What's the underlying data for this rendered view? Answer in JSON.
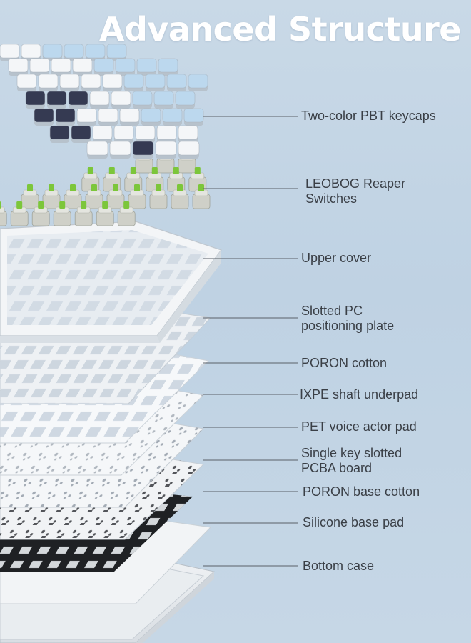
{
  "title": "Advanced Structure",
  "layers": [
    {
      "label": "Two-color PBT keycaps"
    },
    {
      "label": "LEOBOG Reaper Switches"
    },
    {
      "label": "Upper cover"
    },
    {
      "label": "Slotted PC positioning plate"
    },
    {
      "label": "PORON cotton"
    },
    {
      "label": "IXPE shaft underpad"
    },
    {
      "label": "PET voice actor pad"
    },
    {
      "label": "Single key slotted PCBA board"
    },
    {
      "label": "PORON base cotton"
    },
    {
      "label": "Silicone base pad"
    },
    {
      "label": "Bottom case"
    }
  ],
  "colors": {
    "background": "#c4d6e6",
    "title": "#ffffff",
    "label_text": "#3a3f46",
    "leader_line": "#5a6068",
    "keycap_white": "#f4f6f8",
    "keycap_blue": "#bcd8ee",
    "keycap_navy": "#353a52",
    "switch_stem_green": "#7cc63a",
    "switch_housing": "#cfd0c8",
    "plate_white": "#eef1f4",
    "silicone_black": "#1f2124"
  }
}
